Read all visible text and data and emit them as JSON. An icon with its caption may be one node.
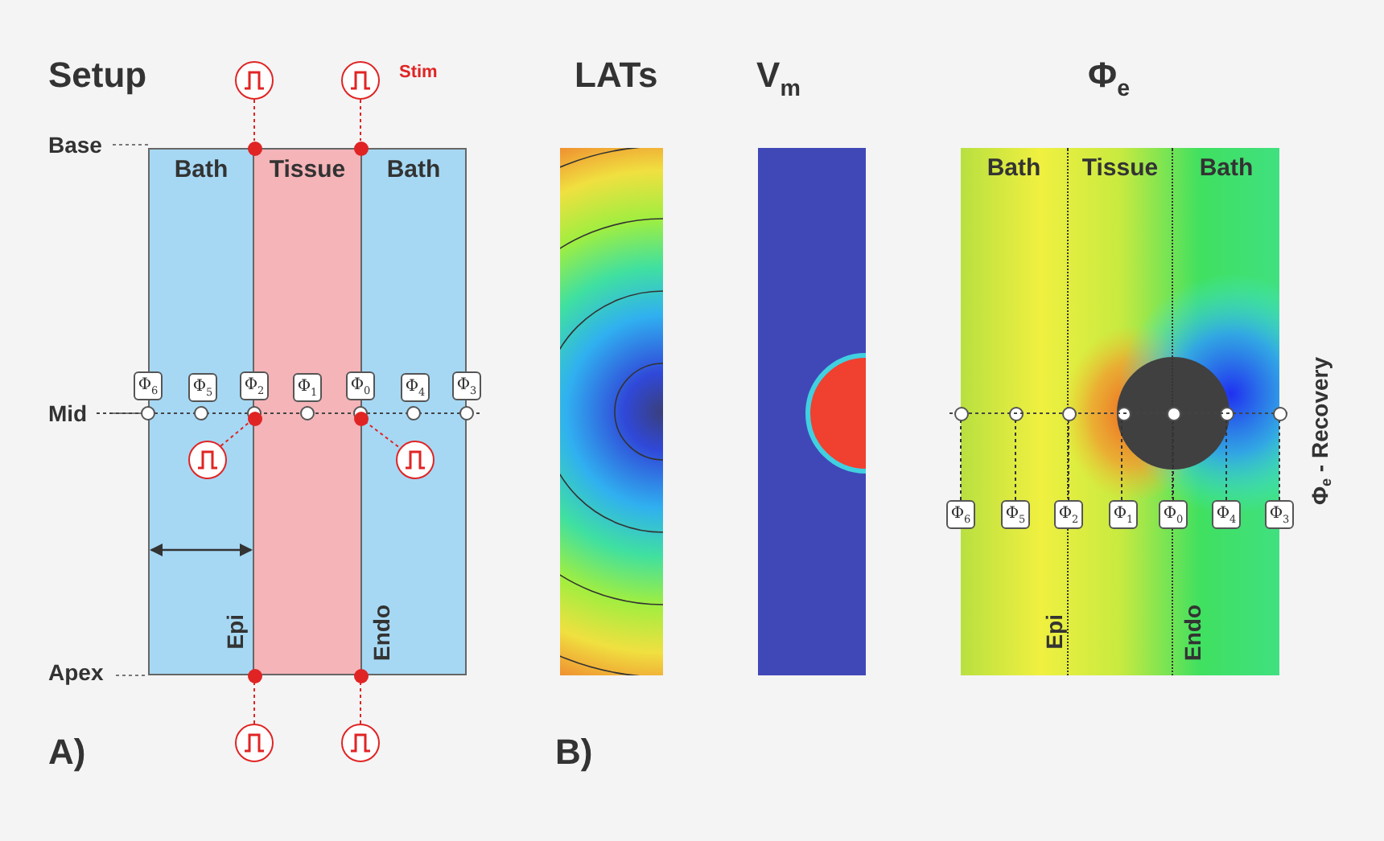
{
  "diagram": {
    "nodes": [
      {
        "text": [
          "Bath"
        ]
      },
      {
        "text": [
          "Tissue"
        ]
      },
      {
        "text": [
          "Bath"
        ]
      },
      {
        "text": [],
        "shape": "circle"
      },
      {
        "text": [],
        "shape": "circle"
      },
      {
        "text": [],
        "shape": "circle"
      },
      {
        "text": [],
        "shape": "circle"
      },
      {
        "text": [],
        "shape": "circle"
      },
      {
        "text": [],
        "shape": "circle"
      },
      {
        "text": [],
        "shape": "circle"
      },
      {
        "text": [],
        "shape": "circle",
        "beside": [
          "Stim"
        ]
      },
      {
        "text": [],
        "shape": "circle",
        "in": 0
      },
      {
        "text": [],
        "shape": "circle",
        "in": 2
      },
      {
        "text": [],
        "shape": "circle"
      },
      {
        "text": [],
        "shape": "circle"
      },
      {
        "text": [
          "Bath"
        ]
      },
      {
        "text": [
          "Tissue"
        ]
      },
      {
        "text": [
          "Bath"
        ]
      },
      {
        "text": [
          "Φ$_{6}$"
        ]
      },
      {
        "text": [
          "Φ$_{5}$"
        ],
        "in": 15
      },
      {
        "text": [
          "Φ$_{2}$"
        ]
      },
      {
        "text": [
          "Φ$_{1}$"
        ],
        "in": 16
      },
      {
        "text": [
          "Φ$_{0}$"
        ]
      },
      {
        "text": [
          "Φ$_{4}$"
        ],
        "in": 17
      },
      {
        "text": [
          "Φ$_{3}$"
        ]
      },
      {
        "text": [],
        "shape": "circle"
      },
      {
        "text": [],
        "shape": "circle",
        "in": 15
      },
      {
        "text": [],
        "shape": "circle"
      },
      {
        "text": [],
        "shape": "circle",
        "in": 16
      },
      {
        "text": [],
        "shape": "circle"
      },
      {
        "text": [],
        "shape": "circle",
        "in": 17
      },
      {
        "text": [],
        "shape": "circle"
      },
      {
        "text": [
          "Φ$_{6}$"
        ]
      },
      {
        "text": [
          "Φ$_{5}$"
        ],
        "in": 0
      },
      {
        "text": [
          "Φ$_{2}$"
        ]
      },
      {
        "text": [
          "Φ$_{1}$"
        ],
        "in": 1
      },
      {
        "text": [
          "Φ$_{0}$"
        ]
      },
      {
        "text": [
          "Φ$_{4}$"
        ],
        "in": 2
      },
      {
        "text": [
          "Φ$_{3}$"
        ]
      }
    ],
    "edges": [
      {
        "from": 9,
        "to": 3,
        "arrow": "none",
        "style": "dashed",
        "color": "#e02424"
      },
      {
        "from": 10,
        "to": 4,
        "arrow": "none",
        "style": "dashed",
        "color": "#e02424"
      },
      {
        "from": 11,
        "to": 5,
        "arrow": "none",
        "style": "dashed",
        "color": "#e02424"
      },
      {
        "from": 12,
        "to": 6,
        "arrow": "none",
        "style": "dashed",
        "color": "#e02424"
      },
      {
        "from": 13,
        "to": 7,
        "arrow": "none",
        "style": "dashed",
        "color": "#e02424"
      },
      {
        "from": 14,
        "to": 8,
        "arrow": "none",
        "style": "dashed",
        "color": "#e02424"
      },
      {
        "from": 18,
        "to": 25,
        "arrow": "none",
        "style": "dashed"
      },
      {
        "from": 19,
        "to": 26,
        "arrow": "none",
        "style": "dashed"
      },
      {
        "from": 20,
        "to": 27,
        "arrow": "none",
        "style": "dashed"
      },
      {
        "from": 21,
        "to": 28,
        "arrow": "none",
        "style": "dashed"
      },
      {
        "from": 22,
        "to": 29,
        "arrow": "none",
        "style": "dashed"
      },
      {
        "from": 23,
        "to": 30,
        "arrow": "none",
        "style": "dashed"
      },
      {
        "from": 24,
        "to": 31,
        "arrow": "none",
        "style": "dashed"
      }
    ],
    "labels": [
      "Setup",
      "LATs",
      "V$_{m}$",
      "Φ$_{e}$",
      "Base",
      "Mid",
      "Φ$_{e}$ - Recovery",
      "Epi",
      "Endo",
      "Apex",
      "Epi",
      "Endo",
      "A)",
      "B)"
    ]
  }
}
